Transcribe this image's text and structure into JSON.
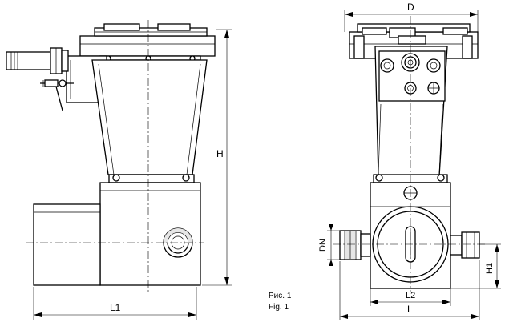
{
  "dimensions": {
    "D": "D",
    "H": "H",
    "L1": "L1",
    "L2": "L2",
    "L": "L",
    "DN": "DN",
    "H1": "H1"
  },
  "caption": {
    "ru": "Рис. 1",
    "en": "Fig. 1"
  }
}
